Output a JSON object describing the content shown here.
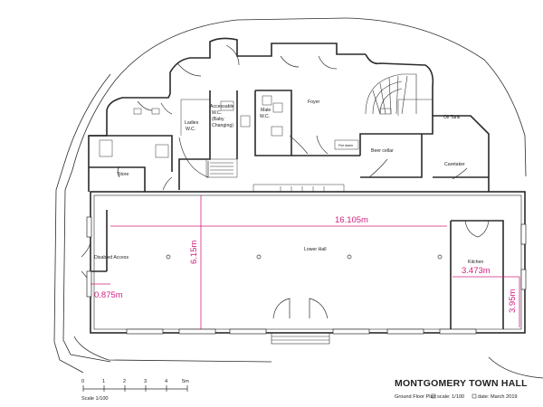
{
  "title": "MONTGOMERY TOWN HALL",
  "subtitle": {
    "plan": "Ground Floor Plan",
    "scale": "scale: 1/100",
    "date": "date: March 2019"
  },
  "rooms": {
    "ladies": [
      "Ladies",
      "W.C."
    ],
    "accessible": [
      "Accessable",
      "W.C.",
      "(Baby",
      "Changing)"
    ],
    "male": [
      "Male",
      "W.C."
    ],
    "foyer": "Foyer",
    "oil_tank": "Oil Tank",
    "beer_cellar": "Beer cellar",
    "fire_alarm": "Fire alarm",
    "store": "Store",
    "caretaker": "Caretaker",
    "disabled_access": "Disabled Access",
    "lower_hall": "Lower Hall",
    "kitchen": "Kitchen"
  },
  "dimensions": {
    "hall_length": "16.105m",
    "hall_width": "6.15m",
    "access_width": "0.875m",
    "kitchen_width": "3.473m",
    "kitchen_depth": "3.95m"
  },
  "scale_bar": {
    "ticks": [
      "0",
      "1",
      "2",
      "3",
      "4",
      "5m"
    ],
    "label": "Scale 1/100"
  },
  "colors": {
    "line": "#2a2a2a",
    "dimension": "#d4207f"
  }
}
